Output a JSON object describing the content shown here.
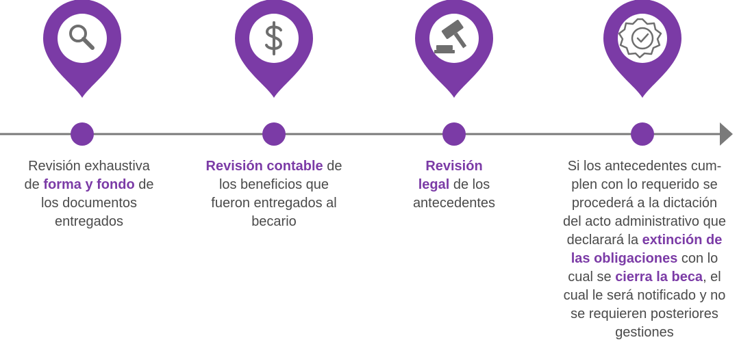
{
  "colors": {
    "accent": "#7b3ba6",
    "line": "#7a7a7a",
    "text": "#4a4a4a",
    "icon": "#6e6e6e"
  },
  "steps": [
    {
      "icon": "magnifier-icon",
      "text": [
        {
          "t": "Revisión exhaustiva",
          "b": false
        },
        {
          "br": true
        },
        {
          "t": "de ",
          "b": false
        },
        {
          "t": "forma y fondo",
          "b": true
        },
        {
          "t": " de",
          "b": false
        },
        {
          "br": true
        },
        {
          "t": "los documentos",
          "b": false
        },
        {
          "br": true
        },
        {
          "t": "entregados",
          "b": false
        }
      ]
    },
    {
      "icon": "dollar-icon",
      "text": [
        {
          "t": "Revisión contable",
          "b": true
        },
        {
          "t": " de",
          "b": false
        },
        {
          "br": true
        },
        {
          "t": "los beneficios que",
          "b": false
        },
        {
          "br": true
        },
        {
          "t": "fueron entregados al",
          "b": false
        },
        {
          "br": true
        },
        {
          "t": "becario",
          "b": false
        }
      ]
    },
    {
      "icon": "gavel-icon",
      "text": [
        {
          "t": "Revisión",
          "b": true
        },
        {
          "br": true
        },
        {
          "t": "legal",
          "b": true
        },
        {
          "t": " de los",
          "b": false
        },
        {
          "br": true
        },
        {
          "t": "antecedentes",
          "b": false
        }
      ]
    },
    {
      "icon": "certified-badge-icon",
      "text": [
        {
          "t": "Si los antecedentes cum-",
          "b": false
        },
        {
          "br": true
        },
        {
          "t": "plen con lo requerido se",
          "b": false
        },
        {
          "br": true
        },
        {
          "t": "procederá a la dictación",
          "b": false
        },
        {
          "br": true
        },
        {
          "t": "del acto administrativo que",
          "b": false
        },
        {
          "br": true
        },
        {
          "t": "declarará la ",
          "b": false
        },
        {
          "t": "extinción de",
          "b": true
        },
        {
          "br": true
        },
        {
          "t": "las obligaciones",
          "b": true
        },
        {
          "t": " con lo",
          "b": false
        },
        {
          "br": true
        },
        {
          "t": "cual se ",
          "b": false
        },
        {
          "t": "cierra la beca",
          "b": true
        },
        {
          "t": ", el",
          "b": false
        },
        {
          "br": true
        },
        {
          "t": "cual le será notificado y no",
          "b": false
        },
        {
          "br": true
        },
        {
          "t": "se requieren posteriores",
          "b": false
        },
        {
          "br": true
        },
        {
          "t": "gestiones",
          "b": false
        }
      ]
    }
  ]
}
